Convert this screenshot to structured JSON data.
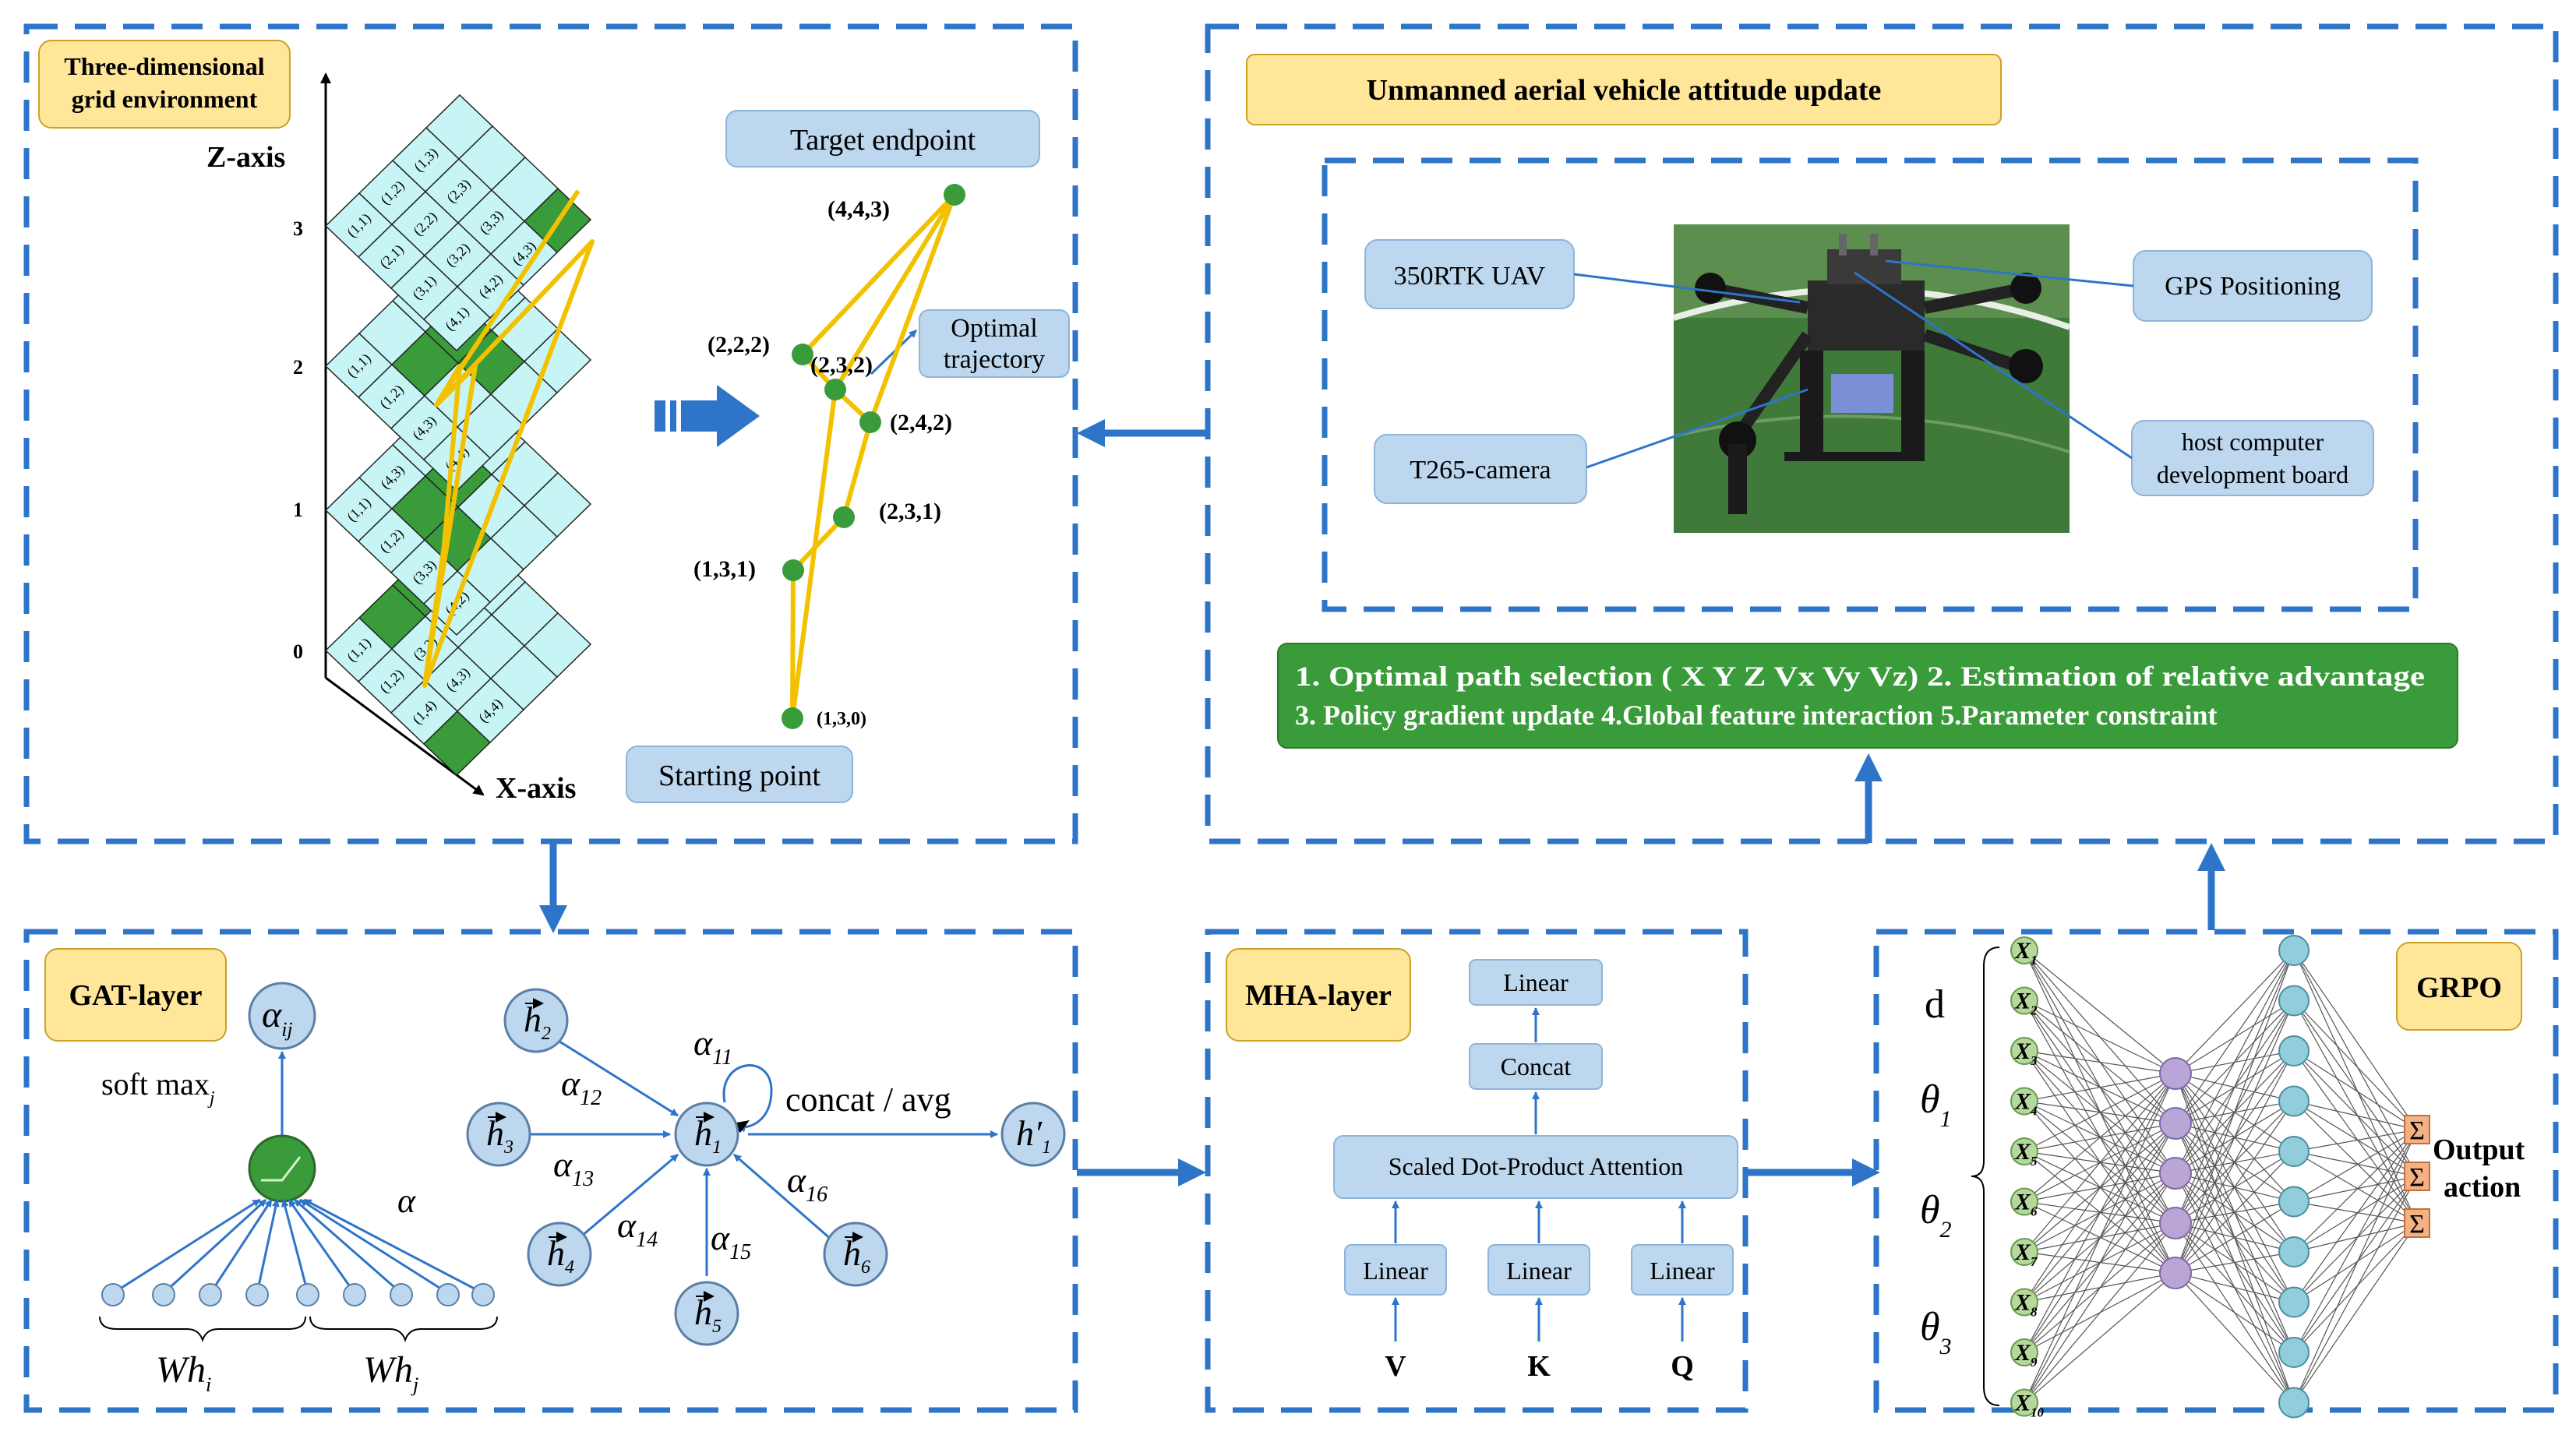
{
  "grid_panel": {
    "title_line1": "Three-dimensional",
    "title_line2": "grid environment",
    "z_axis_label": "Z-axis",
    "x_axis_label": "X-axis",
    "z_ticks": [
      "0",
      "1",
      "2",
      "3"
    ],
    "cell_labels_layer3": [
      "(1,1)",
      "(2,1)",
      "(3,1)",
      "(4,1)",
      "(1,2)",
      "(2,2)",
      "(3,2)",
      "(4,2)",
      "(1,3)",
      "(2,3)",
      "(3,3)",
      "(4,3)"
    ],
    "cell_labels_layer2": [
      "(1,1)",
      "(1,2)",
      "(4,3)",
      "(4,4)"
    ],
    "cell_labels_layer1": [
      "(1,1)",
      "(1,2)",
      "(3,3)",
      "(4,2)",
      "(4,3)",
      "(4,4)"
    ],
    "cell_labels_layer0": [
      "(1,1)",
      "(1,2)",
      "(1,4)",
      "(3,2)",
      "(4,2)",
      "(3,3)",
      "(4,3)",
      "(4,4)"
    ],
    "target_label": "Target endpoint",
    "start_label": "Starting point",
    "optimal_line1": "Optimal",
    "optimal_line2": "trajectory",
    "nodes": [
      "(4,4,3)",
      "(2,2,2)",
      "(2,3,2)",
      "(2,4,2)",
      "(2,3,1)",
      "(1,3,1)",
      "(1,3,0)"
    ]
  },
  "uav_panel": {
    "title": "Unmanned aerial vehicle attitude update",
    "label_uav": "350RTK UAV",
    "label_gps": "GPS Positioning",
    "label_camera": "T265-camera",
    "label_host_line1": "host computer",
    "label_host_line2": "development board",
    "steps_line1": "1. Optimal path selection ( X Y Z Vx Vy Vz)  2. Estimation of relative advantage",
    "steps_line2": "3. Policy gradient update  4.Global feature interaction  5.Parameter constraint"
  },
  "gat_panel": {
    "title": "GAT-layer",
    "alpha_ij": "α",
    "alpha_ij_sub": "ij",
    "softmax": "soft max",
    "softmax_sub": "j",
    "alpha_vec": "α",
    "wh_i": "Wh",
    "wh_i_sub": "i",
    "wh_j": "Wh",
    "wh_j_sub": "j",
    "concat": "concat / avg",
    "h_nodes": [
      "h",
      "h",
      "h",
      "h",
      "h",
      "h"
    ],
    "h_subs": [
      "1",
      "2",
      "3",
      "4",
      "5",
      "6"
    ],
    "h_out": "h",
    "h_out_sub": "1",
    "alphas": [
      "α",
      "α",
      "α",
      "α",
      "α",
      "α"
    ],
    "alpha_subs": [
      "11",
      "12",
      "13",
      "14",
      "15",
      "16"
    ]
  },
  "mha_panel": {
    "title": "MHA-layer",
    "linear_top": "Linear",
    "concat": "Concat",
    "attention": "Scaled Dot-Product Attention",
    "linear_v": "Linear",
    "linear_k": "Linear",
    "linear_q": "Linear",
    "v": "V",
    "k": "K",
    "q": "Q"
  },
  "grpo_panel": {
    "title": "GRPO",
    "inputs": [
      "d",
      "θ",
      "θ",
      "θ"
    ],
    "input_subs": [
      "",
      "1",
      "2",
      "3"
    ],
    "x_labels": [
      "X",
      "X",
      "X",
      "X",
      "X",
      "X",
      "X",
      "X",
      "X",
      "X"
    ],
    "x_subs": [
      "1",
      "2",
      "3",
      "4",
      "5",
      "6",
      "7",
      "8",
      "9",
      "10"
    ],
    "sigma": "Σ",
    "output_line1": "Output",
    "output_line2": "action"
  },
  "colors": {
    "dash_blue": "#2e75c9",
    "arrow_blue": "#2e75c9",
    "label_yellow": "#ffe699",
    "box_blue": "#bdd7ee",
    "cyan_cell": "#c7f4f4",
    "green_cell": "#3a9b3a",
    "steps_green": "#3a9b3a",
    "path_yellow": "#f2c100",
    "node_green": "#3a9b3a",
    "purple_node": "#b9a6d6",
    "teal_node": "#92cddc",
    "green_input": "#b5d99c",
    "orange_out": "#f4b183"
  }
}
